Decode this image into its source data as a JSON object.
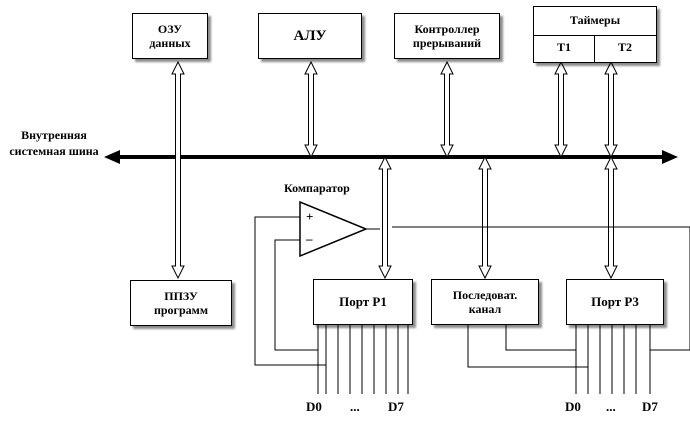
{
  "blocks": {
    "ram_data": "ОЗУ данных",
    "alu": "АЛУ",
    "interrupt_controller": "Контроллер прерываний",
    "timers": "Таймеры",
    "timer1": "T1",
    "timer2": "T2",
    "rom_program": "ППЗУ программ",
    "port_p1": "Порт P1",
    "serial_channel": "Последоват. канал",
    "port_p3": "Порт P3"
  },
  "labels": {
    "internal_bus": "Внутренняя системная шина",
    "comparator": "Компаратор",
    "plus": "+",
    "minus": "–",
    "p1_d0": "D0",
    "p1_dots": "...",
    "p1_d7": "D7",
    "p3_d0": "D0",
    "p3_dots": "...",
    "p3_d7": "D7"
  }
}
